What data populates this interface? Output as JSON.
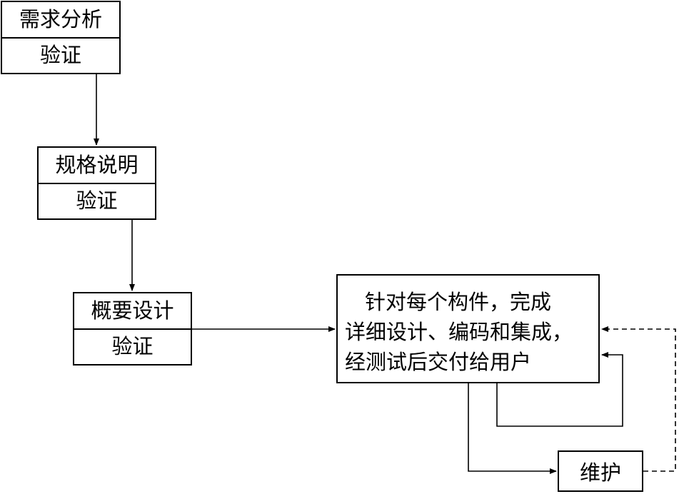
{
  "stages": [
    {
      "title": "需求分析",
      "sub": "验证"
    },
    {
      "title": "规格说明",
      "sub": "验证"
    },
    {
      "title": "概要设计",
      "sub": "验证"
    }
  ],
  "component_box": {
    "lines": [
      "针对每个构件，完成",
      "详细设计、编码和集成，",
      "经测试后交付给用户"
    ]
  },
  "maintenance": {
    "label": "维护"
  }
}
